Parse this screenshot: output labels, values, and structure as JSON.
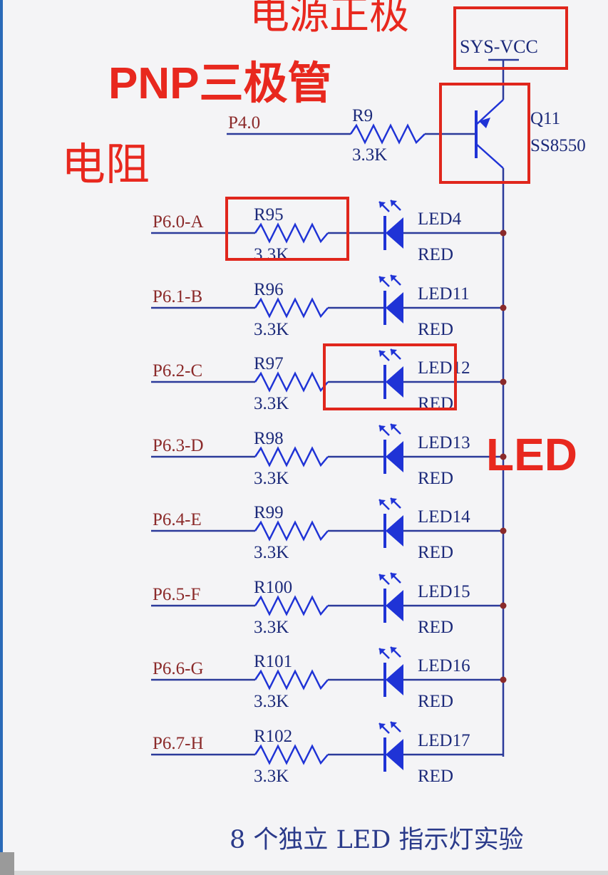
{
  "power": {
    "label": "SYS-VCC"
  },
  "transistor": {
    "ref": "Q11",
    "part": "SS8550"
  },
  "base_resistor": {
    "net": "P4.0",
    "ref": "R9",
    "value": "3.3K"
  },
  "channels": [
    {
      "net": "P6.0-A",
      "resistor": "R95",
      "r_value": "3.3K",
      "led": "LED4",
      "color": "RED"
    },
    {
      "net": "P6.1-B",
      "resistor": "R96",
      "r_value": "3.3K",
      "led": "LED11",
      "color": "RED"
    },
    {
      "net": "P6.2-C",
      "resistor": "R97",
      "r_value": "3.3K",
      "led": "LED12",
      "color": "RED"
    },
    {
      "net": "P6.3-D",
      "resistor": "R98",
      "r_value": "3.3K",
      "led": "LED13",
      "color": "RED"
    },
    {
      "net": "P6.4-E",
      "resistor": "R99",
      "r_value": "3.3K",
      "led": "LED14",
      "color": "RED"
    },
    {
      "net": "P6.5-F",
      "resistor": "R100",
      "r_value": "3.3K",
      "led": "LED15",
      "color": "RED"
    },
    {
      "net": "P6.6-G",
      "resistor": "R101",
      "r_value": "3.3K",
      "led": "LED16",
      "color": "RED"
    },
    {
      "net": "P6.7-H",
      "resistor": "R102",
      "r_value": "3.3K",
      "led": "LED17",
      "color": "RED"
    }
  ],
  "annotations": {
    "power_positive": "电源正极",
    "pnp_transistor": "PNP三极管",
    "resistor": "电阻",
    "led": "LED"
  },
  "caption": "8 个独立 LED 指示灯实验",
  "colors": {
    "wire": "#2b3a9a",
    "component": "#1f33d6",
    "net_label": "#8b2a2a",
    "annotation": "#e8281e",
    "junction": "#8a2a2a"
  }
}
